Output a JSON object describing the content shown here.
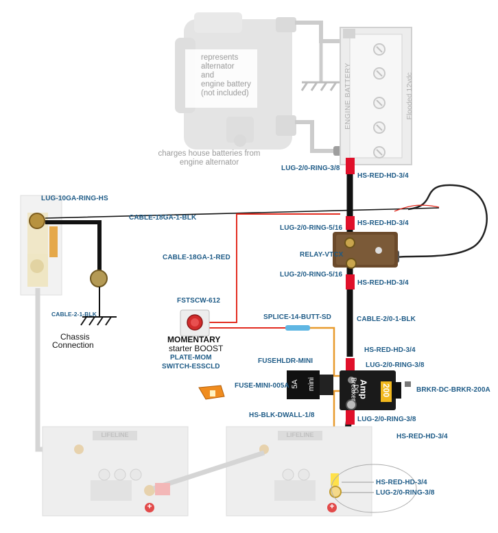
{
  "alternator": {
    "note_lines": [
      "represents",
      "alternator",
      "and",
      "engine battery",
      "(not included)"
    ],
    "caption_lines": [
      "charges house batteries from",
      "engine alternator"
    ]
  },
  "engine_battery": {
    "name": "ENGINE BATTERY",
    "type": "Flooded 12vdc"
  },
  "labels": {
    "lug_10ga": "LUG-10GA-RING-HS",
    "cable_18ga_blk": "CABLE-18GA-1-BLK",
    "cable_18ga_red": "CABLE-18GA-1-RED",
    "cable_2_blk": "CABLE-2-1-BLK",
    "chassis_line1": "Chassis",
    "chassis_line2": "Connection",
    "fstscw": "FSTSCW-612",
    "momentary": "MOMENTARY",
    "starter_boost": "starter BOOST",
    "plate_mom": "PLATE-MOM",
    "switch_esscld": "SWITCH-ESSCLD",
    "splice": "SPLICE-14-BUTT-SD",
    "fuseholder": "FUSEHLDR-MINI",
    "fuse": "FUSE-MINI-005A",
    "hs_blk": "HS-BLK-DWALL-1/8",
    "lug_top": "LUG-2/0-RING-3/8",
    "hs_red_1": "HS-RED-HD-3/4",
    "lug_516_a": "LUG-2/0-RING-5/16",
    "hs_red_2": "HS-RED-HD-3/4",
    "relay": "RELAY-VTCX",
    "lug_516_b": "LUG-2/0-RING-5/16",
    "hs_red_3": "HS-RED-HD-3/4",
    "cable_20_blk": "CABLE-2/0-1-BLK",
    "hs_red_4": "HS-RED-HD-3/4",
    "lug_38_a": "LUG-2/0-RING-3/8",
    "breaker": "BRKR-DC-BRKR-200A",
    "lug_38_b": "LUG-2/0-RING-3/8",
    "hs_red_5": "HS-RED-HD-3/4",
    "hs_red_6": "HS-RED-HD-3/4",
    "lug_38_c": "LUG-2/0-RING-3/8"
  },
  "fuse_holder": {
    "rating": "5A",
    "size": "mini"
  },
  "circuit_breaker": {
    "amps": "200",
    "unit": "Amp",
    "dc": "DC",
    "word": "Breaker"
  },
  "house_battery": {
    "brand": "LIFELINE",
    "plus": "+"
  },
  "colors": {
    "label_blue": "#1d5a86",
    "cable_red": "#e22b1f",
    "cable_black": "#111111",
    "heat_shrink_red": "#e0102a",
    "fuse_orange": "#e89a2c",
    "splice_blue": "#5fb6e3",
    "ghost_gray": "#cfcfcf"
  }
}
